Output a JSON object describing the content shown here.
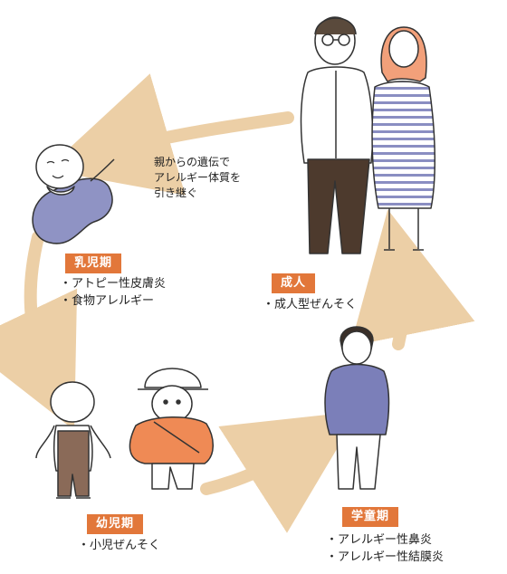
{
  "inheritance_note": [
    "親からの遺伝で",
    "アレルギー体質を",
    "引き継ぐ"
  ],
  "stages": [
    {
      "id": "infant",
      "label": "乳児期",
      "conditions": [
        "アトピー性皮膚炎",
        "食物アレルギー"
      ]
    },
    {
      "id": "toddler",
      "label": "幼児期",
      "conditions": [
        "小児ぜんそく"
      ]
    },
    {
      "id": "school",
      "label": "学童期",
      "conditions": [
        "アレルギー性鼻炎",
        "アレルギー性結膜炎"
      ]
    },
    {
      "id": "adult",
      "label": "成人",
      "conditions": [
        "成人型ぜんそく"
      ]
    }
  ],
  "colors": {
    "badge": "#e2773a",
    "arrow": "#eccfa6",
    "infant_outfit": "#8f93c4",
    "toddler_overalls": "#8a6a58",
    "toddler_jacket": "#ef8a55",
    "student_hoodie": "#7b7fb9",
    "adult_pants": "#4d3a2d"
  }
}
